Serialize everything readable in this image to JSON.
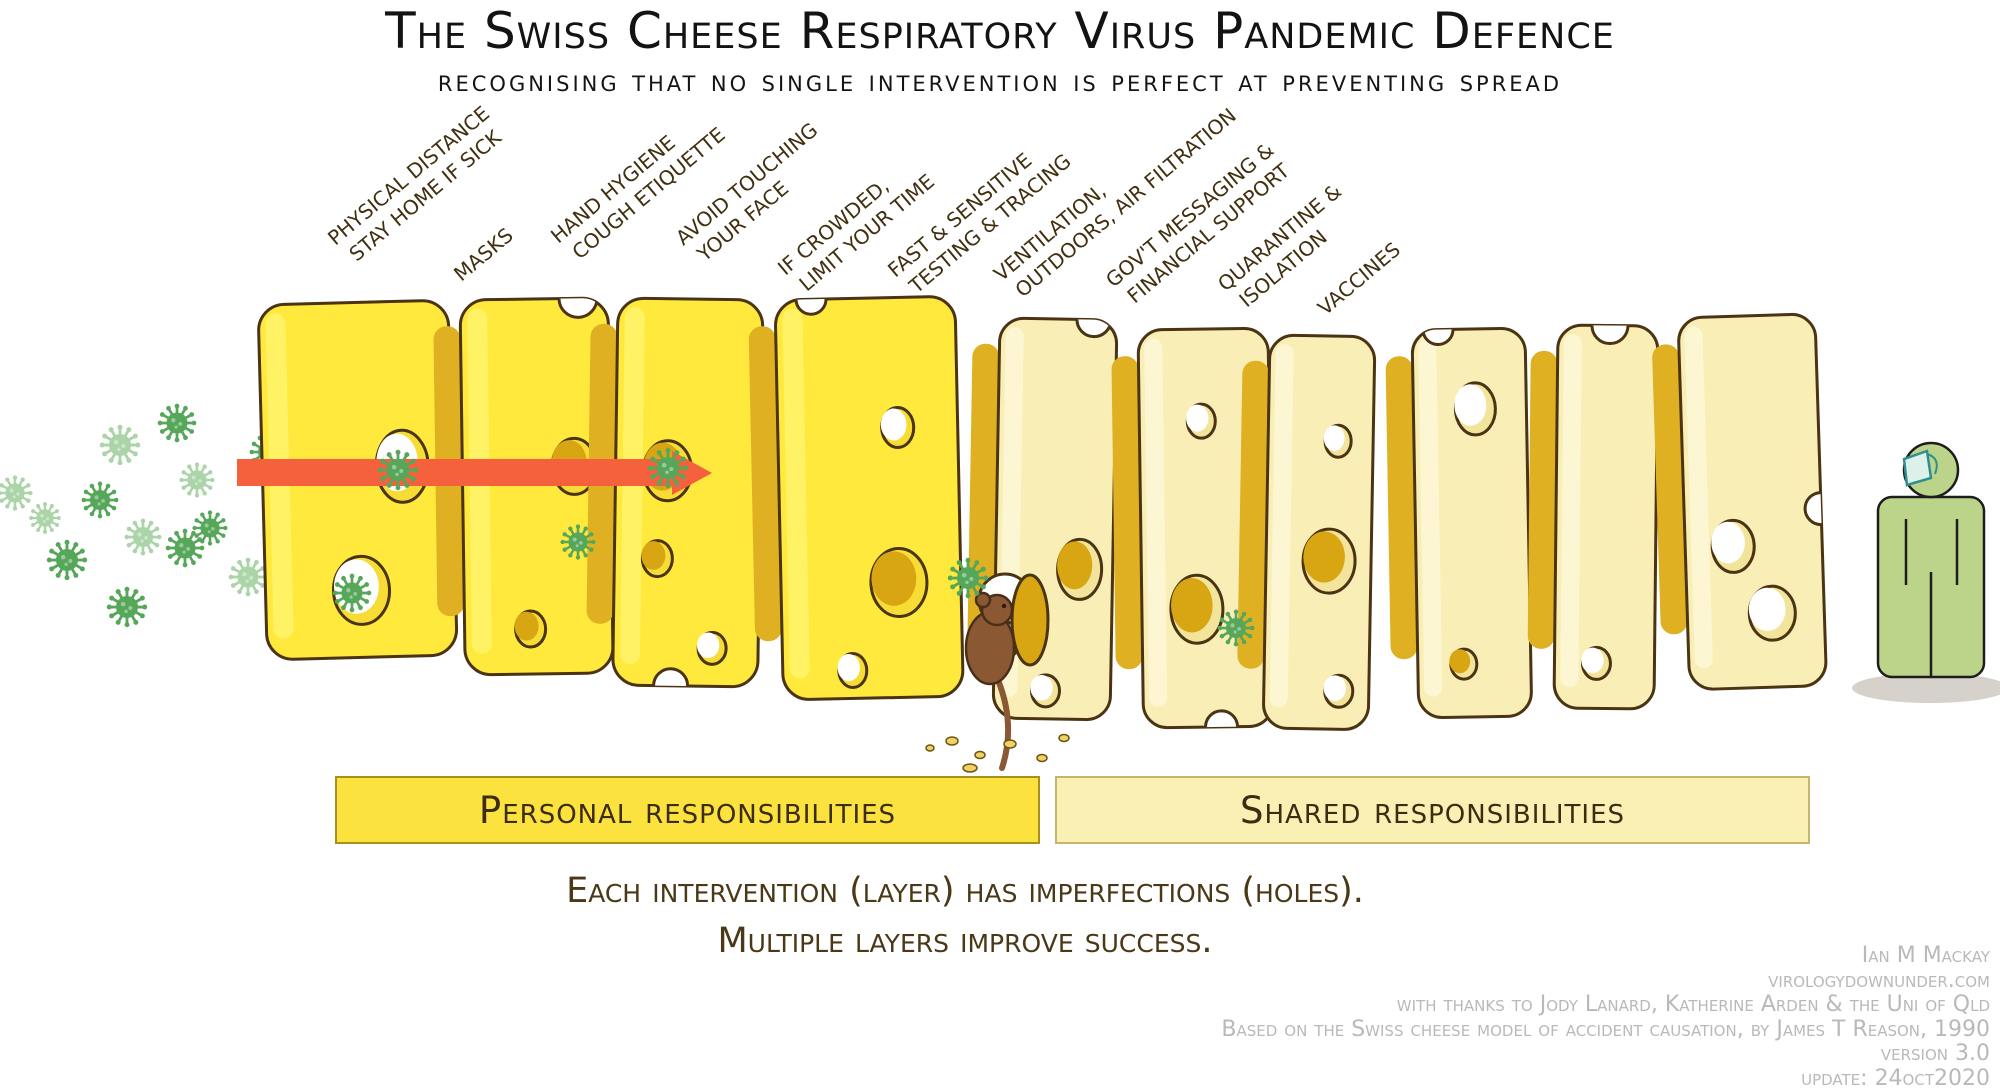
{
  "header": {
    "title": "The Swiss Cheese Respiratory Virus Pandemic Defence",
    "subtitle": "recognising that no single intervention is perfect at preventing spread"
  },
  "slices": [
    {
      "label_lines": [
        "PHYSICAL DISTANCE",
        "STAY HOME IF SICK"
      ],
      "group": "personal"
    },
    {
      "label_lines": [
        "MASKS"
      ],
      "group": "personal"
    },
    {
      "label_lines": [
        "HAND HYGIENE",
        "COUGH ETIQUETTE"
      ],
      "group": "personal"
    },
    {
      "label_lines": [
        "AVOID TOUCHING",
        "YOUR FACE"
      ],
      "group": "personal"
    },
    {
      "label_lines": [
        "IF CROWDED,",
        "LIMIT YOUR TIME"
      ],
      "group": "personal"
    },
    {
      "label_lines": [
        "FAST & SENSITIVE",
        "TESTING & TRACING"
      ],
      "group": "shared"
    },
    {
      "label_lines": [
        "VENTILATION,",
        "OUTDOORS, AIR FILTRATION"
      ],
      "group": "shared"
    },
    {
      "label_lines": [
        "GOV'T MESSAGING &",
        "FINANCIAL SUPPORT"
      ],
      "group": "shared"
    },
    {
      "label_lines": [
        "QUARANTINE &",
        "ISOLATION"
      ],
      "group": "shared"
    },
    {
      "label_lines": [
        "VACCINES"
      ],
      "group": "shared"
    }
  ],
  "bars": {
    "personal": "Personal responsibilities",
    "shared": "Shared responsibilities"
  },
  "footer": {
    "caption_lines": [
      "Each intervention (layer) has imperfections (holes).",
      "Multiple layers improve success."
    ],
    "credits": [
      "Ian M Mackay",
      "virologydownunder.com",
      "with thanks to Jody Lanard, Katherine Arden & the Uni of Qld",
      "Based on the Swiss cheese model of accident causation, by James T Reason, 1990",
      "version 3.0",
      "update: 24oct2020"
    ]
  },
  "icons": [
    "coronavirus-icon",
    "transmission-arrow-icon",
    "mouse-icon",
    "masked-person-icon",
    "cheese-slice"
  ],
  "colors": {
    "cheese_bright": "#FFE93C",
    "cheese_bright_edge": "#FFF265",
    "cheese_pale": "#F9EFB6",
    "cheese_pale_edge": "#FDF6D2",
    "cheese_cast_shadow": "#DFB122",
    "hole_deep": "#D8A513",
    "outline_brown": "#4a3413",
    "arrow_orange": "#F5613C",
    "virus_green": "#57A75B",
    "virus_faded_green": "#ABD5A8",
    "mouse_brown": "#8a5833",
    "person_green": "#BCD489",
    "mask_blue": "#DDF0EA",
    "bar_personal": "#FBE23E",
    "bar_shared": "#FAF0B4",
    "credits_gray": "#b9b9b9",
    "text_brown": "#4a3817"
  }
}
